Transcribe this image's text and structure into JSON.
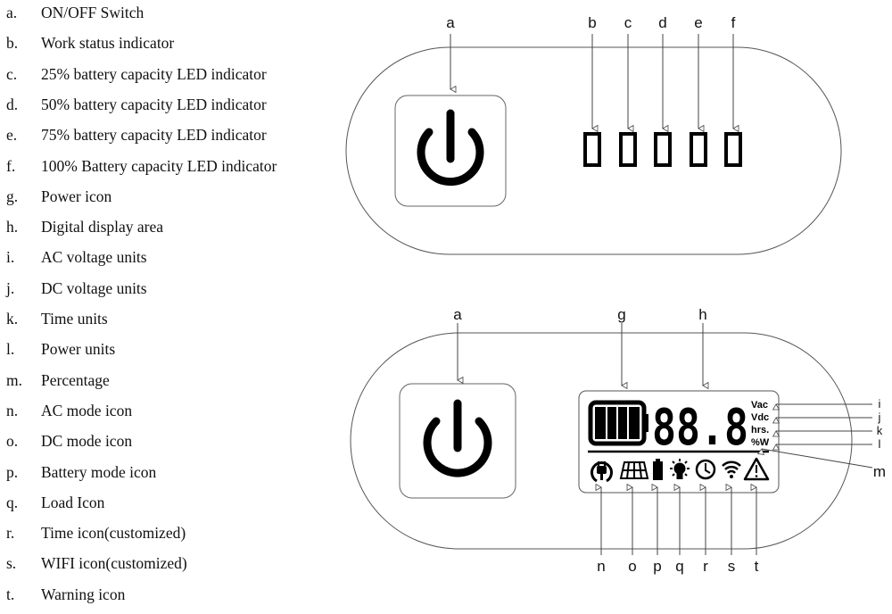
{
  "legend": [
    {
      "key": "a.",
      "text": "ON/OFF Switch"
    },
    {
      "key": "b.",
      "text": "Work status indicator"
    },
    {
      "key": "c.",
      "text": "25% battery capacity LED indicator"
    },
    {
      "key": "d.",
      "text": "50% battery capacity LED indicator"
    },
    {
      "key": "e.",
      "text": "75% battery capacity LED indicator"
    },
    {
      "key": "f.",
      "text": "100% Battery capacity LED indicator"
    },
    {
      "key": "g.",
      "text": "Power icon"
    },
    {
      "key": "h.",
      "text": "Digital display area"
    },
    {
      "key": "i.",
      "text": "AC voltage units"
    },
    {
      "key": "j.",
      "text": "DC voltage units"
    },
    {
      "key": "k.",
      "text": "Time units"
    },
    {
      "key": "l.",
      "text": "Power units"
    },
    {
      "key": "m.",
      "text": "Percentage"
    },
    {
      "key": "n.",
      "text": "AC mode icon"
    },
    {
      "key": "o.",
      "text": "DC mode icon"
    },
    {
      "key": "p.",
      "text": "Battery mode icon"
    },
    {
      "key": "q.",
      "text": "Load Icon"
    },
    {
      "key": "r.",
      "text": "Time icon(customized)"
    },
    {
      "key": "s.",
      "text": "WIFI icon(customized)"
    },
    {
      "key": "t.",
      "text": "Warning icon"
    }
  ],
  "top_panel": {
    "labels": [
      "a",
      "b",
      "c",
      "d",
      "e",
      "f"
    ]
  },
  "bottom_panel": {
    "labels_top": [
      "a",
      "g",
      "h"
    ],
    "labels_right": [
      "i",
      "j",
      "k",
      "l",
      "m"
    ],
    "labels_bottom": [
      "n",
      "o",
      "p",
      "q",
      "r",
      "s",
      "t"
    ],
    "digits": "88.8",
    "units": [
      "Vac",
      "Vdc",
      "hrs.",
      "%W"
    ]
  }
}
